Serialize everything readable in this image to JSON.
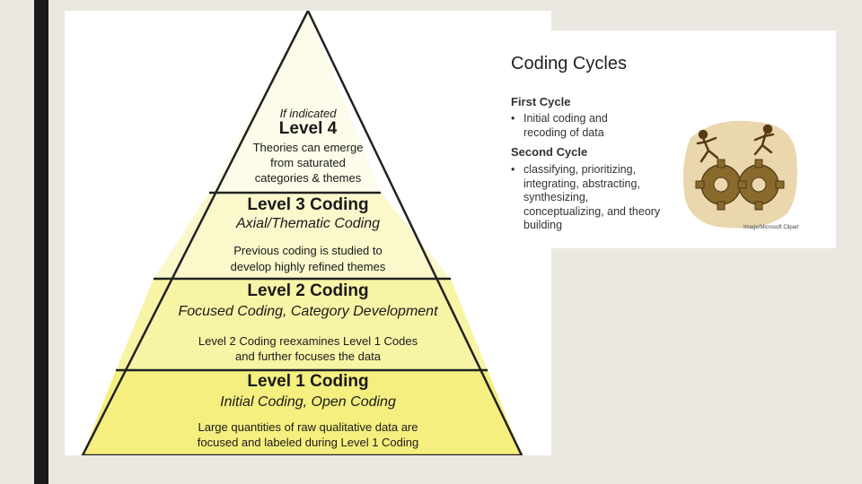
{
  "pyramid": {
    "level4": {
      "note": "If indicated",
      "title": "Level 4",
      "lines": [
        "Theories  can emerge",
        "from saturated",
        "categories & themes"
      ]
    },
    "level3": {
      "title": "Level 3  Coding",
      "subtitle": "Axial/Thematic Coding",
      "lines": [
        "Previous coding is studied to",
        "develop highly refined themes"
      ]
    },
    "level2": {
      "title": "Level 2 Coding",
      "subtitle": "Focused Coding, Category Development",
      "lines": [
        "Level 2 Coding reexamines Level 1 Codes",
        "and further focuses the data"
      ]
    },
    "level1": {
      "title": "Level 1 Coding",
      "subtitle": "Initial Coding, Open Coding",
      "lines": [
        "Large quantities of raw qualitative data are",
        "focused and labeled during Level 1 Coding"
      ]
    },
    "colors": {
      "tier4": "#fdfcea",
      "tier3": "#fbf8cc",
      "tier2": "#f8f4a6",
      "tier1": "#f5ef7f",
      "outline": "#222222"
    }
  },
  "coding_cycles": {
    "title": "Coding Cycles",
    "first_heading": "First Cycle",
    "first_bullet": "Initial coding and recoding of data",
    "second_heading": "Second Cycle",
    "second_bullet": "classifying, prioritizing, integrating, abstracting, synthesizing, conceptualizing, and theory building",
    "bullet_symbol": "•",
    "image_icon": "gears-with-runners-icon",
    "image_credit": "Image/Microsoft Clipart"
  }
}
